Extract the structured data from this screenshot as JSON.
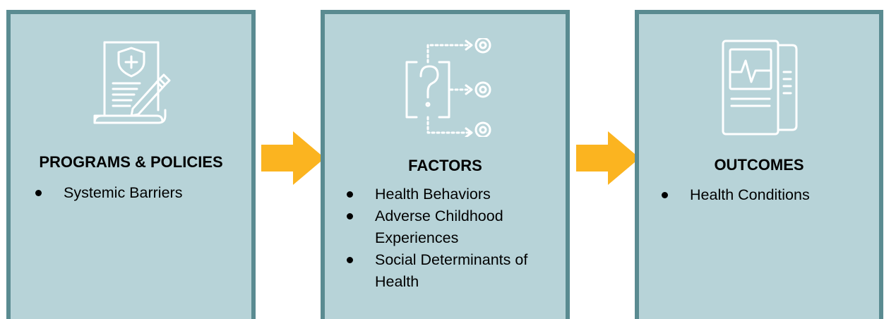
{
  "colors": {
    "panel_fill": "#b7d3d8",
    "panel_border": "#5a8b91",
    "arrow": "#fbb420",
    "icon_stroke": "#ffffff"
  },
  "panels": [
    {
      "title": "PROGRAMS & POLICIES",
      "icon": "policy-document-icon",
      "bullets": [
        "Systemic Barriers"
      ]
    },
    {
      "title": "FACTORS",
      "icon": "question-branch-targets-icon",
      "bullets": [
        "Health Behaviors",
        "Adverse Childhood Experiences",
        "Social Determinants of Health"
      ]
    },
    {
      "title": "OUTCOMES",
      "icon": "health-monitor-icon",
      "bullets": [
        "Health Conditions"
      ]
    }
  ],
  "arrows": [
    "arrow-right-icon",
    "arrow-right-icon"
  ]
}
